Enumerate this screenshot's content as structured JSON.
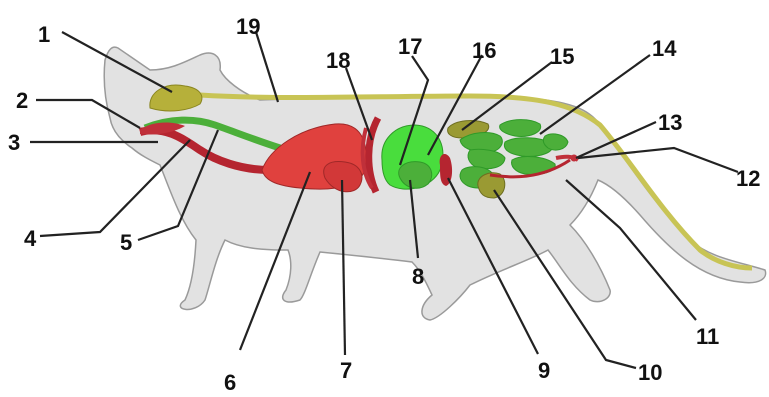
{
  "colors": {
    "body": "#e2e2e2",
    "outline": "#9a9a9a",
    "nerve": "#c8c455",
    "brain": "#b6b03a",
    "red_organ": "#e0413e",
    "dark_red": "#b52530",
    "green_organ": "#4caf3a",
    "bright_green": "#49dd3d",
    "olive": "#9a9a33"
  },
  "labels": [
    {
      "id": "1",
      "text": "1"
    },
    {
      "id": "2",
      "text": "2"
    },
    {
      "id": "3",
      "text": "3"
    },
    {
      "id": "4",
      "text": "4"
    },
    {
      "id": "5",
      "text": "5"
    },
    {
      "id": "6",
      "text": "6"
    },
    {
      "id": "7",
      "text": "7"
    },
    {
      "id": "8",
      "text": "8"
    },
    {
      "id": "9",
      "text": "9"
    },
    {
      "id": "10",
      "text": "10"
    },
    {
      "id": "11",
      "text": "11"
    },
    {
      "id": "12",
      "text": "12"
    },
    {
      "id": "13",
      "text": "13"
    },
    {
      "id": "14",
      "text": "14"
    },
    {
      "id": "15",
      "text": "15"
    },
    {
      "id": "16",
      "text": "16"
    },
    {
      "id": "17",
      "text": "17"
    },
    {
      "id": "18",
      "text": "18"
    },
    {
      "id": "19",
      "text": "19"
    }
  ]
}
